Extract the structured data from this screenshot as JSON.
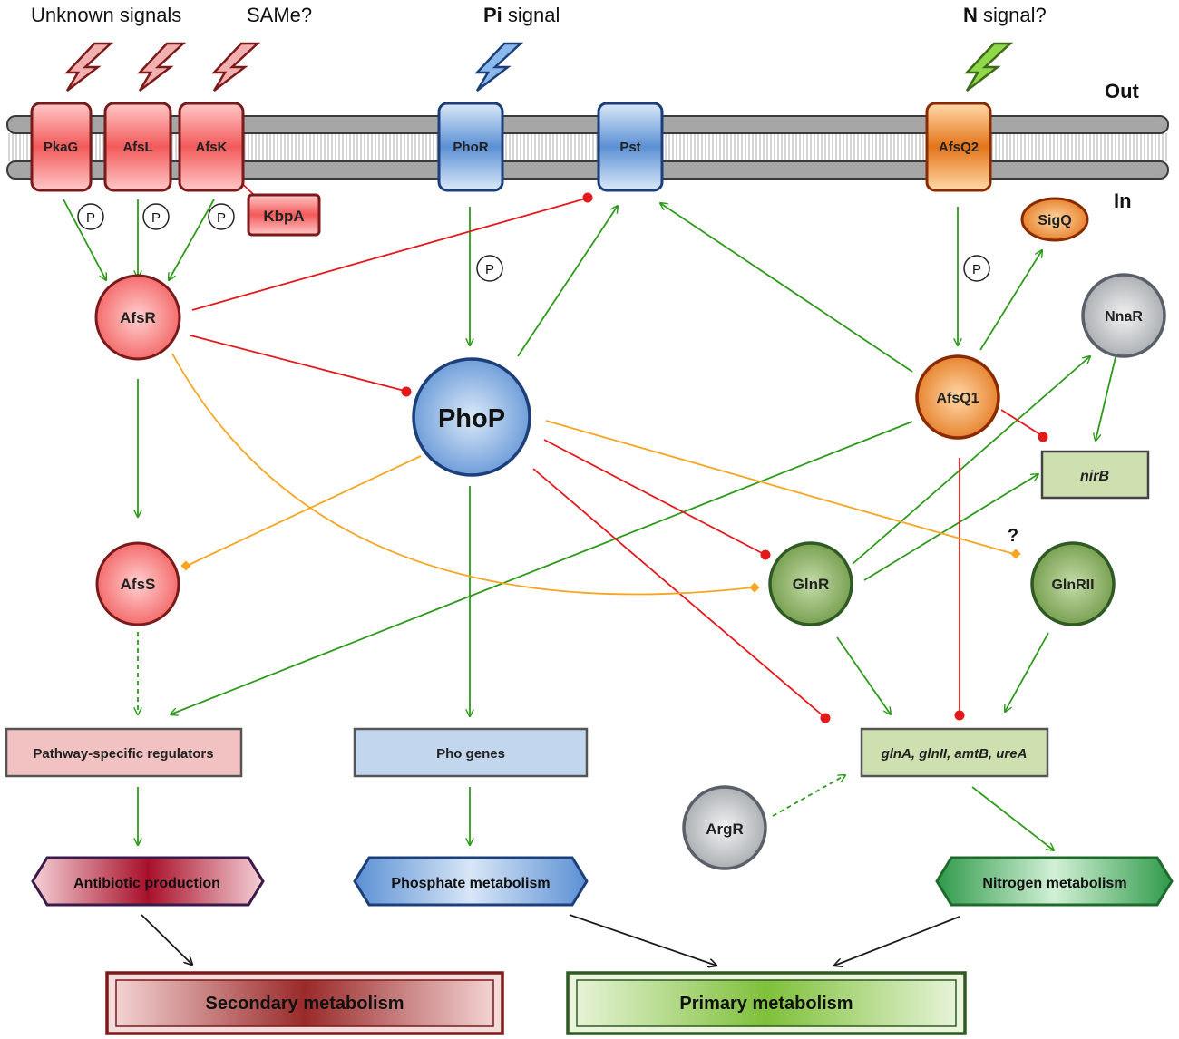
{
  "header": {
    "unknown": "Unknown  signals",
    "same": "SAMe?",
    "pi_bold": "Pi",
    "pi_rest": " signal",
    "n_bold": "N",
    "n_rest": " signal?",
    "out": "Out",
    "in": "In"
  },
  "membrane": {
    "pkag": "PkaG",
    "afsl": "AfsL",
    "afsk": "AfsK",
    "phor": "PhoR",
    "pst": "Pst",
    "afsq2": "AfsQ2"
  },
  "nodes": {
    "kbpa": "KbpA",
    "sigq": "SigQ",
    "afsr": "AfsR",
    "phop": "PhoP",
    "afsq1": "AfsQ1",
    "nnar": "NnaR",
    "nirb": "nirB",
    "afss": "AfsS",
    "glnr": "GlnR",
    "glnrii": "GlnRII",
    "question": "?",
    "argr": "ArgR",
    "phospho": "P"
  },
  "boxes": {
    "pathway": "Pathway-specific  regulators",
    "pho_genes": "Pho genes",
    "gln_genes": "glnA, glnII, amtB, ureA"
  },
  "outcomes": {
    "antibiotic": "Antibiotic production",
    "phosphate": "Phosphate metabolism",
    "nitrogen": "Nitrogen metabolism",
    "secondary": "Secondary metabolism",
    "primary": "Primary metabolism"
  },
  "colors": {
    "activation": "#2e9a1c",
    "repression": "#e3191c",
    "orange": "#f5a623",
    "black": "#1a1a1a"
  }
}
